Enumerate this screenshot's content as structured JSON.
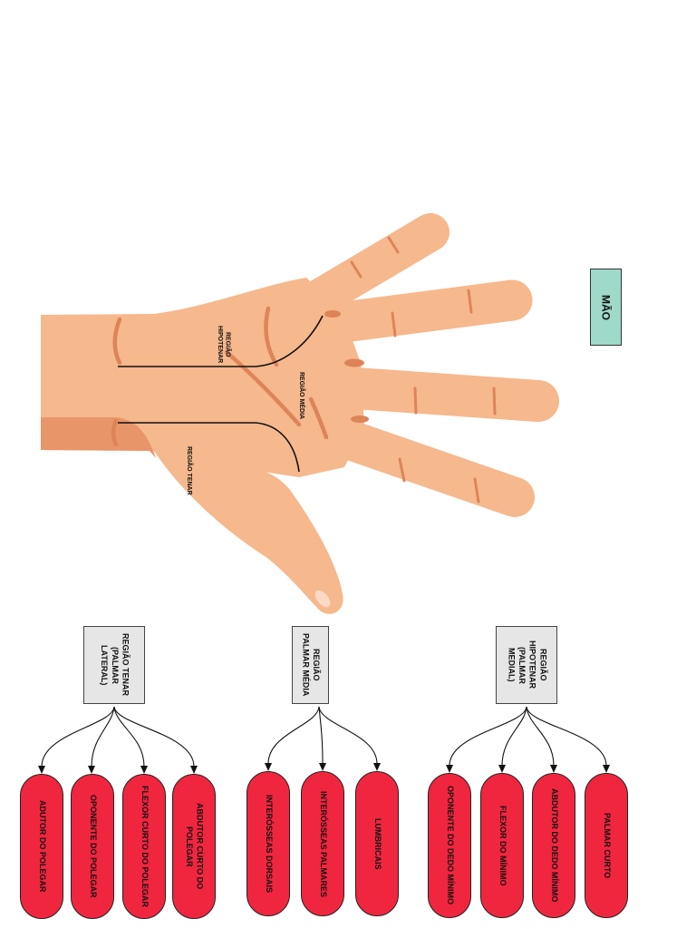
{
  "title": "MÃO",
  "hand_labels": {
    "hypothenar": "REGIÃO HIPOTENAR",
    "middle": "REGIÃO MÉDIA",
    "thenar": "REGIÃO TENAR"
  },
  "groups": [
    {
      "heading": "REGIÃO TENAR (PALMAR LATERAL)",
      "muscles": [
        "ADUTOR DO POLEGAR",
        "OPONENTE DO POLEGAR",
        "FLEXOR CURTO DO POLEGAR",
        "ABDUTOR CURTO DO POLEGAR"
      ]
    },
    {
      "heading": "REGIÃO PALMAR MÉDIA",
      "muscles": [
        "INTERÓSSEAS DORSAIS",
        "INTERÓSSEAS PALMARES",
        "LUMBRICAIS"
      ]
    },
    {
      "heading": "REGIÃO HIPOTENAR (PALMAR MEDIAL)",
      "muscles": [
        "OPONENTE DO DEDO MÍNIMO",
        "FLEXOR DO MÍNIMO",
        "ABDUTOR DO DEDO MÍNIMO",
        "PALMAR CURTO"
      ]
    }
  ],
  "colors": {
    "skin": "#F6B88D",
    "skin_shadow": "#E9956A",
    "crease": "#DE8459",
    "muscle_pill": "#F0263F",
    "heading_box": "#E6E6E6",
    "title_box": "#9ED9C9"
  }
}
